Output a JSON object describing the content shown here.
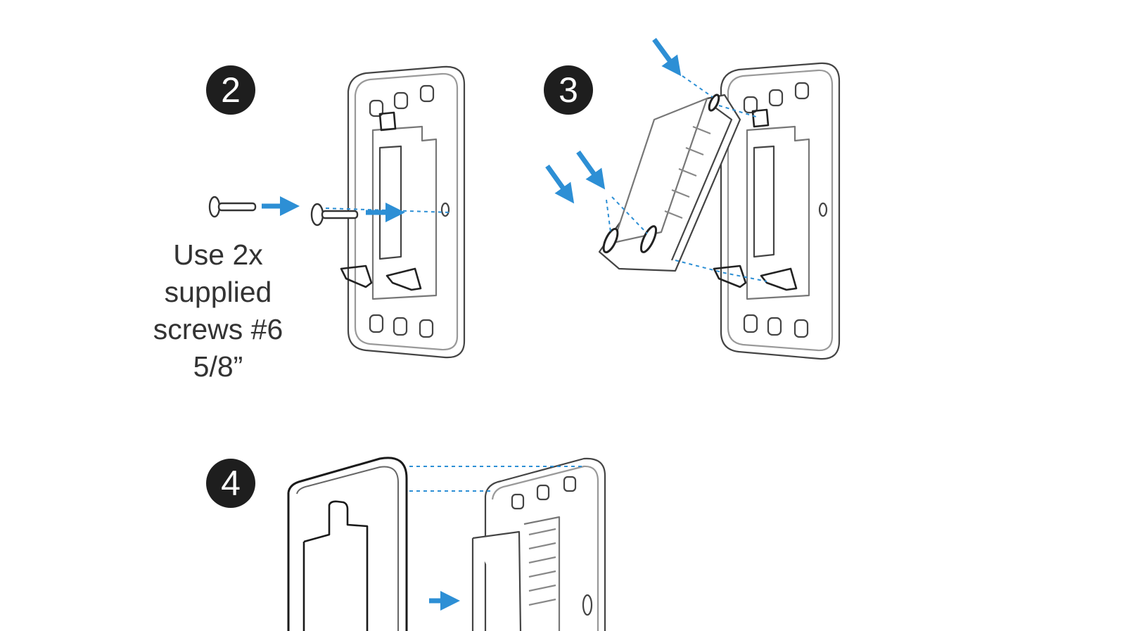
{
  "steps": [
    {
      "number": "2",
      "note": [
        "Use 2x",
        "supplied",
        "screws #6",
        "5/8”"
      ]
    },
    {
      "number": "3"
    },
    {
      "number": "4"
    }
  ],
  "colors": {
    "arrow": "#2d8fd5",
    "line": "#333333",
    "badge": "#1e1e1e"
  },
  "icons": [
    "screw-icon",
    "arrow-right-icon",
    "arrow-down-right-icon",
    "wall-plate",
    "terminal-block",
    "trim-plate"
  ]
}
